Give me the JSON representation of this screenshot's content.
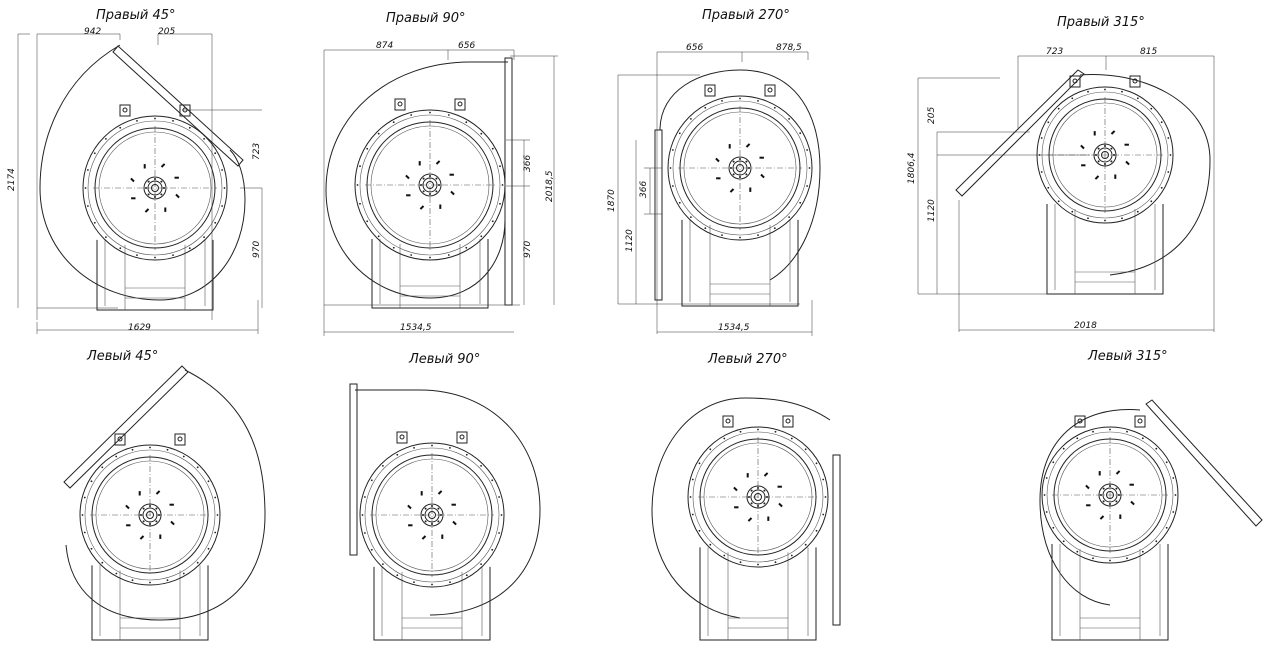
{
  "colors": {
    "line": "#222222",
    "dim": "#333333",
    "background": "#ffffff"
  },
  "views": [
    {
      "title": "Правый 45°",
      "dims": [
        "942",
        "205",
        "2174",
        "723",
        "970",
        "1629"
      ]
    },
    {
      "title": "Правый 90°",
      "dims": [
        "874",
        "656",
        "366",
        "2018,5",
        "970",
        "1534,5"
      ]
    },
    {
      "title": "Правый 270°",
      "dims": [
        "656",
        "878,5",
        "1870",
        "366",
        "1120",
        "1534,5"
      ]
    },
    {
      "title": "Правый 315°",
      "dims": [
        "723",
        "815",
        "205",
        "1806,4",
        "1120",
        "2018"
      ]
    },
    {
      "title": "Левый 45°",
      "dims": []
    },
    {
      "title": "Левый 90°",
      "dims": []
    },
    {
      "title": "Левый 270°",
      "dims": []
    },
    {
      "title": "Левый 315°",
      "dims": []
    }
  ]
}
